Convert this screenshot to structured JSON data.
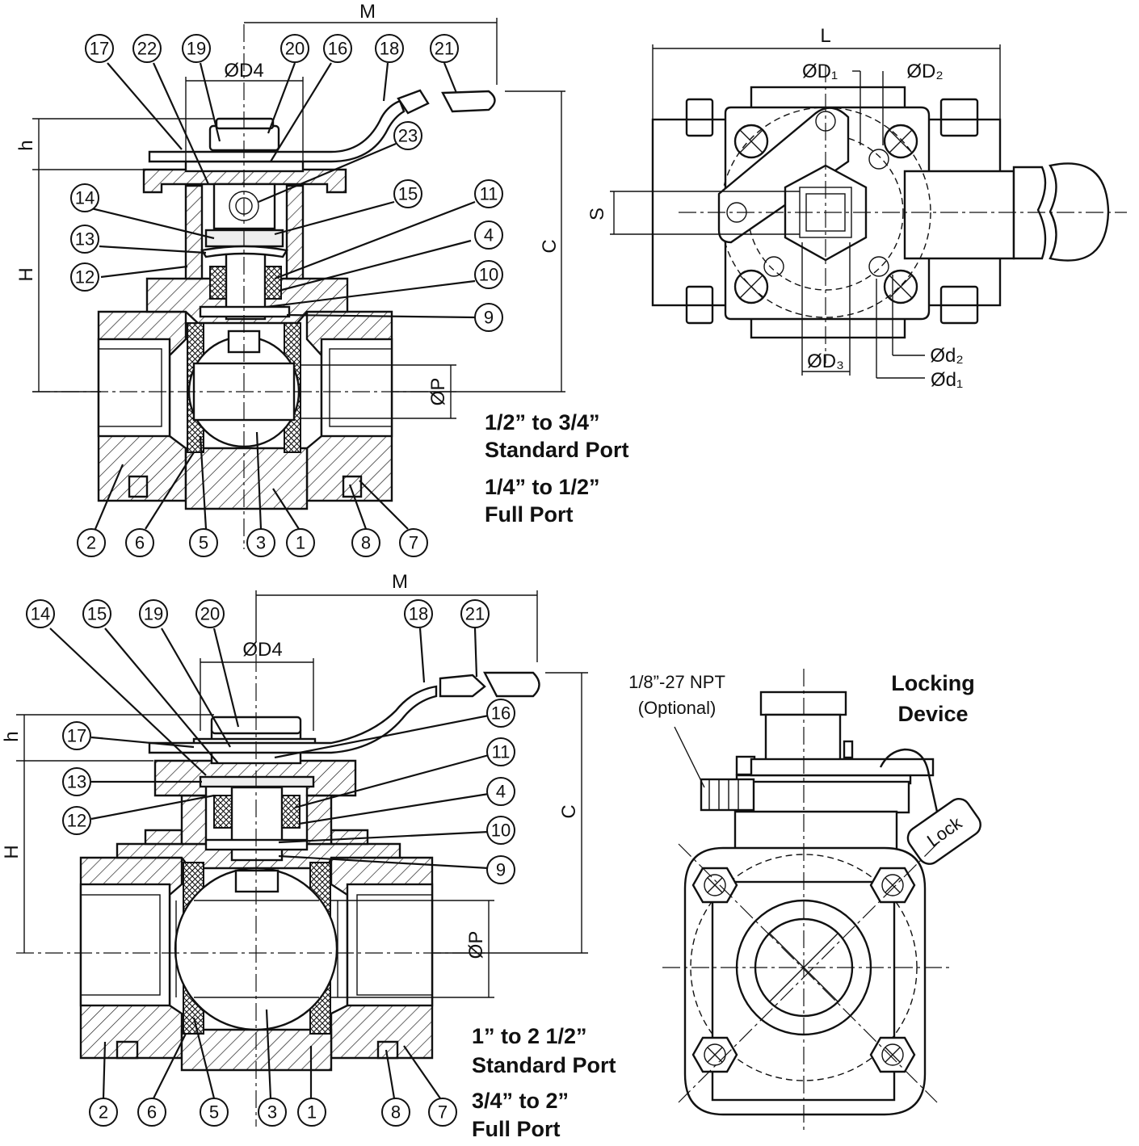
{
  "views": {
    "top_section": {
      "callouts": [
        "17",
        "22",
        "19",
        "20",
        "16",
        "18",
        "21",
        "23",
        "14",
        "15",
        "11",
        "13",
        "4",
        "12",
        "10",
        "9",
        "2",
        "6",
        "5",
        "3",
        "1",
        "8",
        "7"
      ],
      "dims": {
        "M": "M",
        "D4": "ØD4",
        "h": "h",
        "H": "H",
        "C": "C",
        "P": "ØP"
      },
      "caption": {
        "l1": "1/2” to 3/4”",
        "l2": "Standard Port",
        "l3": "1/4” to 1/2”",
        "l4": "Full Port"
      }
    },
    "plan_view": {
      "dims": {
        "L": "L",
        "D1": "ØD₁",
        "D2": "ØD₂",
        "S": "S",
        "D3": "ØD₃",
        "d2": "Ød₂",
        "d1": "Ød₁"
      }
    },
    "bottom_section": {
      "callouts": [
        "14",
        "15",
        "19",
        "20",
        "18",
        "21",
        "16",
        "17",
        "11",
        "13",
        "4",
        "12",
        "10",
        "9",
        "2",
        "6",
        "5",
        "3",
        "1",
        "8",
        "7"
      ],
      "dims": {
        "M": "M",
        "D4": "ØD4",
        "h": "h",
        "H": "H",
        "C": "C",
        "P": "ØP"
      },
      "caption": {
        "l1": "1” to 2 1/2”",
        "l2": "Standard Port",
        "l3": "3/4” to 2”",
        "l4": "Full Port"
      }
    },
    "locking_view": {
      "title1": "Locking",
      "title2": "Device",
      "npt1": "1/8”-27 NPT",
      "npt2": "(Optional)",
      "lock": "Lock"
    }
  }
}
